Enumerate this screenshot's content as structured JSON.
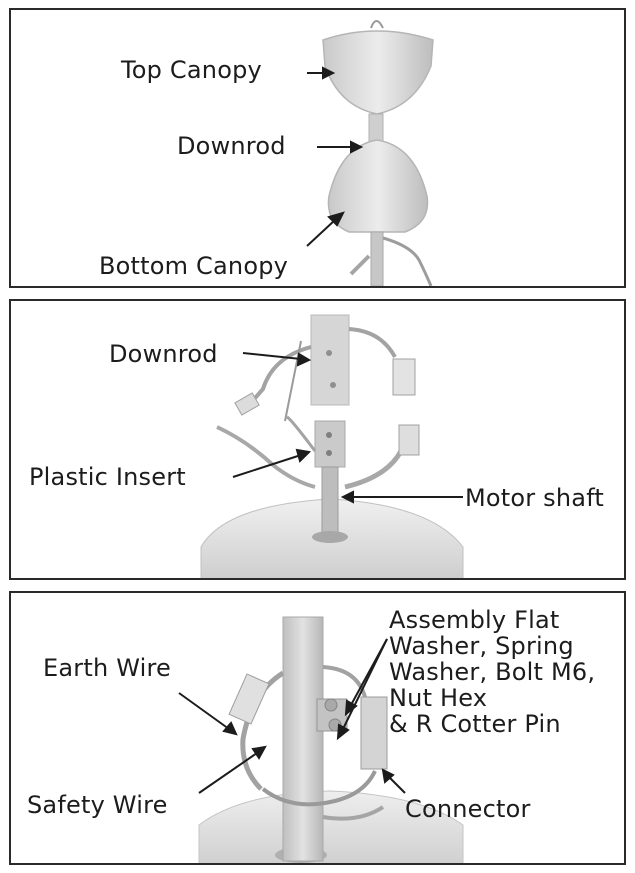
{
  "panels": [
    {
      "labels": {
        "top_canopy": "Top Canopy",
        "downrod": "Downrod",
        "bottom_canopy": "Bottom Canopy"
      }
    },
    {
      "labels": {
        "downrod": "Downrod",
        "plastic_insert": "Plastic Insert",
        "motor_shaft": "Motor shaft"
      }
    },
    {
      "labels": {
        "earth_wire": "Earth Wire",
        "safety_wire": "Safety Wire",
        "connector": "Connector",
        "assembly_lines": [
          "Assembly Flat",
          "Washer, Spring",
          "Washer, Bolt M6,",
          "Nut Hex",
          "& R Cotter Pin"
        ]
      }
    }
  ]
}
